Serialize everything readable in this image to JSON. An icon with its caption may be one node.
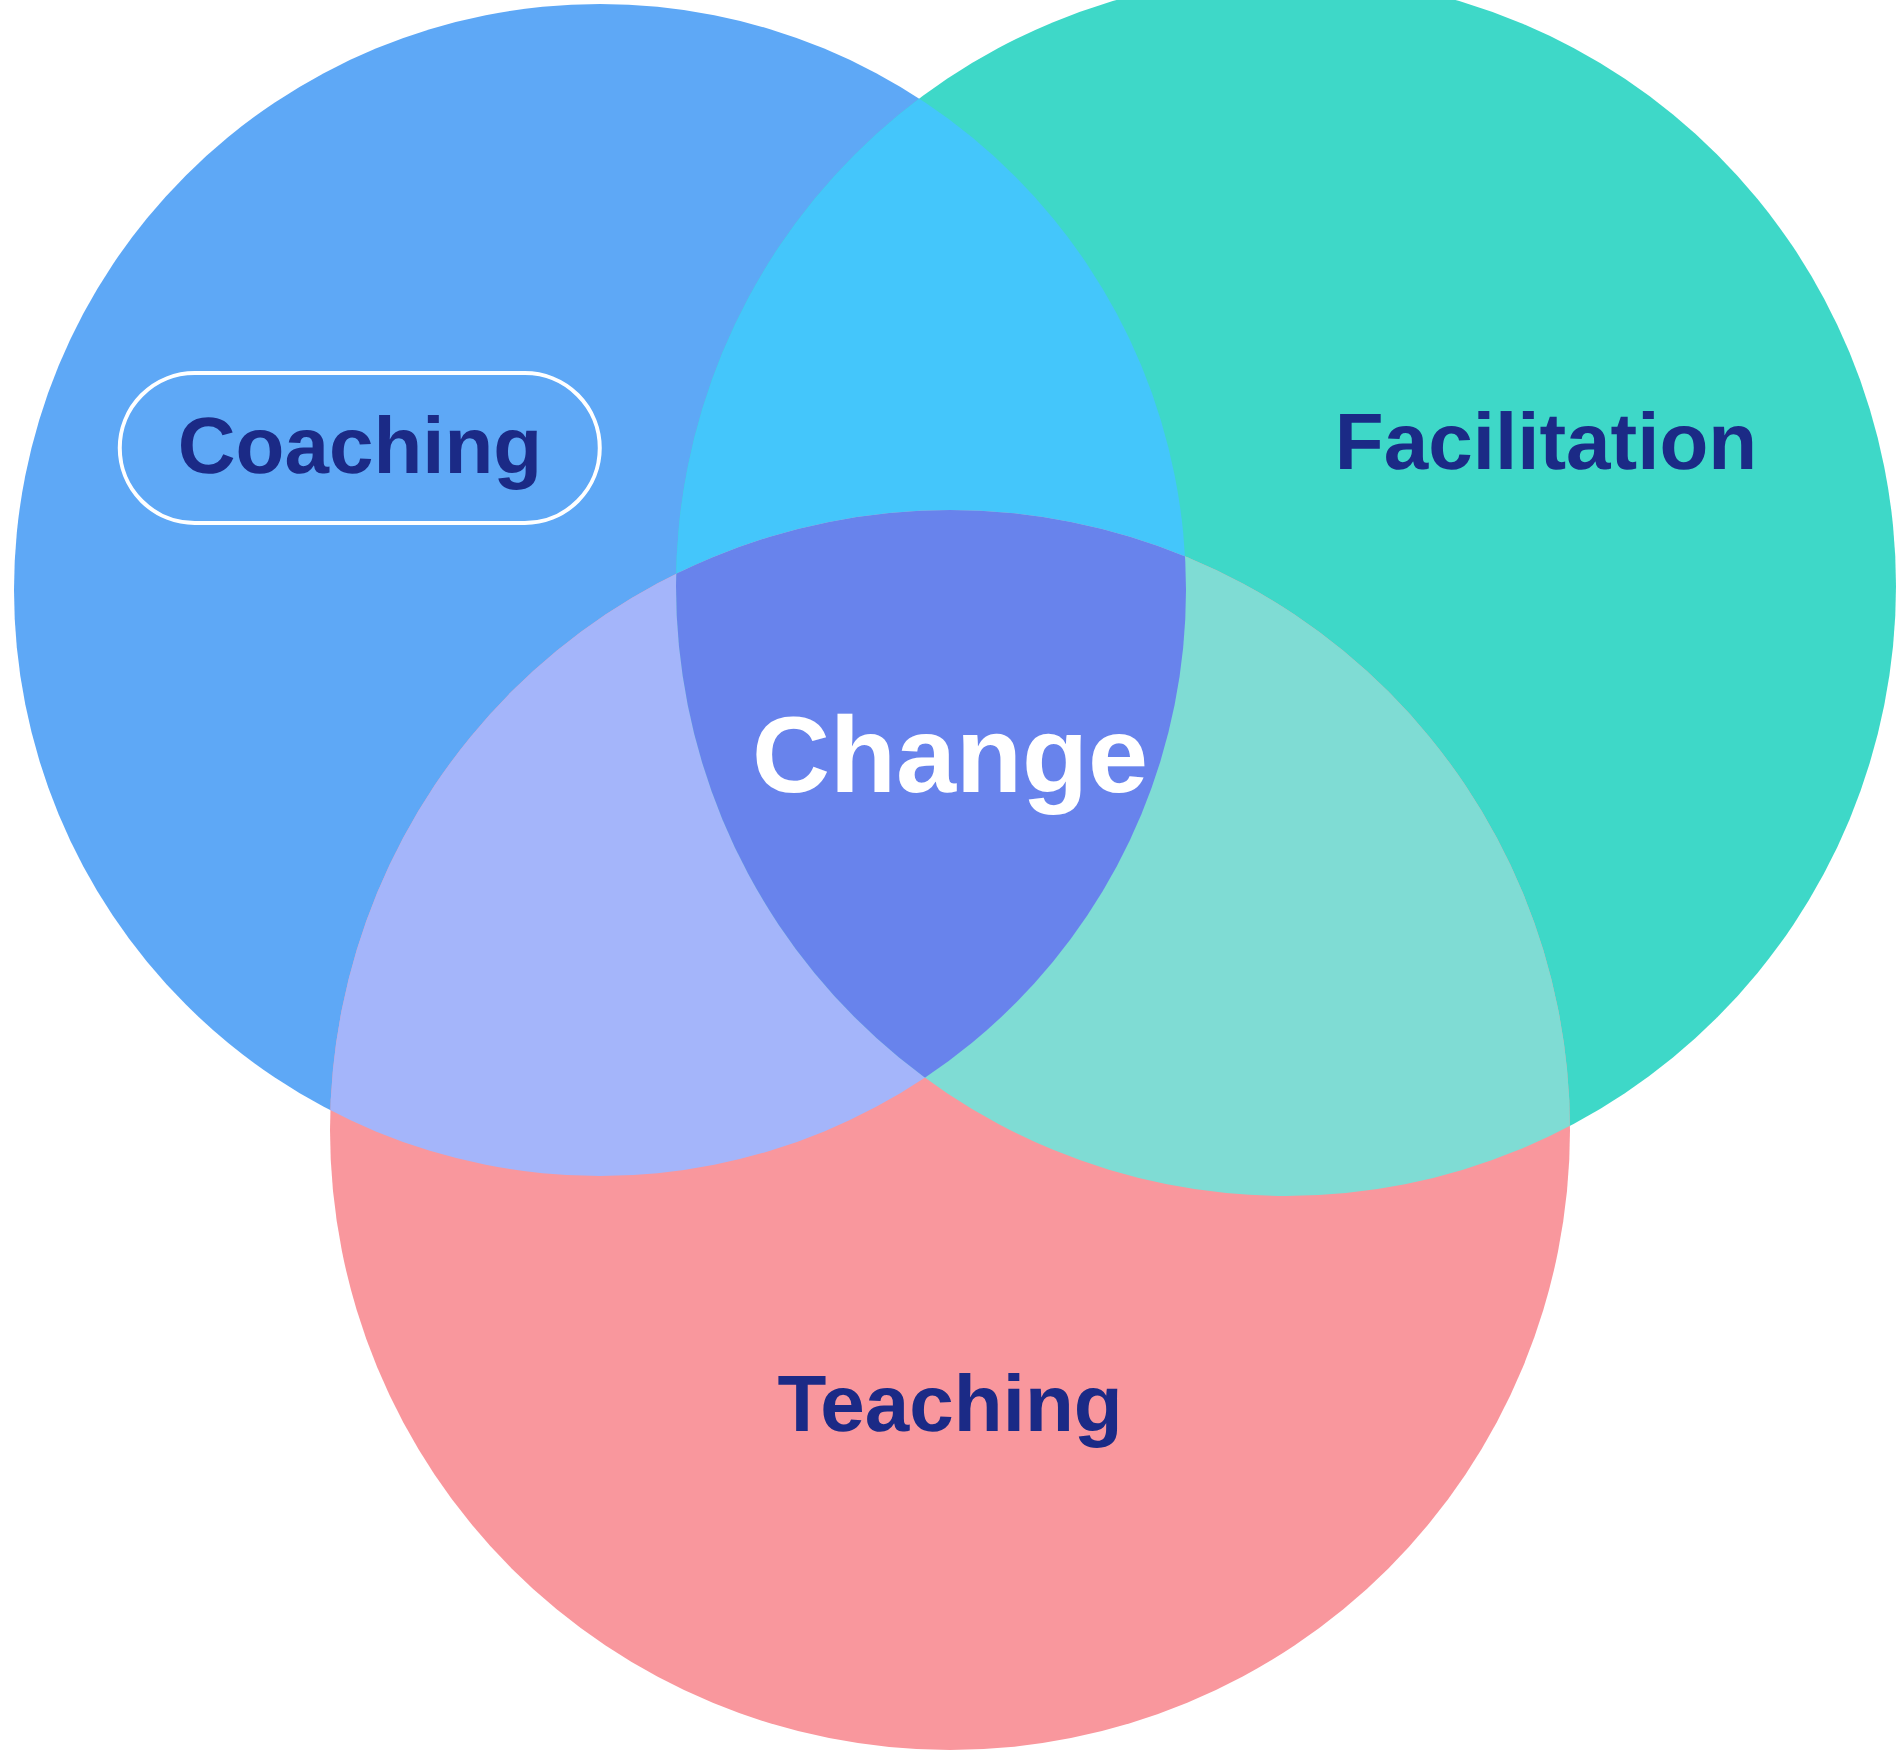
{
  "diagram": {
    "nodes": [
      {
        "text": [
          "Coaching"
        ]
      },
      {
        "text": [
          "Facilitation"
        ]
      },
      {
        "text": [
          "Teaching"
        ]
      },
      {
        "text": [
          "Change"
        ]
      }
    ]
  }
}
